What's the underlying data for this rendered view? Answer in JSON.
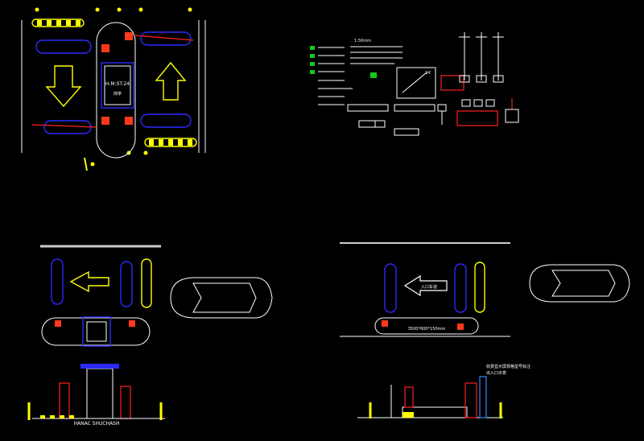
{
  "colors": {
    "background": "#000000",
    "lines": "#ffffff",
    "lanes": "#2b2bff",
    "barrier": "#ffff00",
    "equipment": "#ff3a1a",
    "sign": "#18c818"
  },
  "plan_top_left": {
    "booth_text": "H:M:ST:24",
    "sentry_label": "岗亭"
  },
  "legend": {
    "scale_text": "1:50mm",
    "screen_label": "34'"
  },
  "elev_bottom_left": {
    "banner_text": "HANAC SHUCHASH"
  },
  "plan_bottom_right": {
    "arrow_text": "入口车道",
    "dim_text": "3500*600*150mm"
  },
  "elev_bottom_right": {
    "title_line1": "收费显示屏规格型号标注",
    "title_line2": "出入口示意"
  }
}
